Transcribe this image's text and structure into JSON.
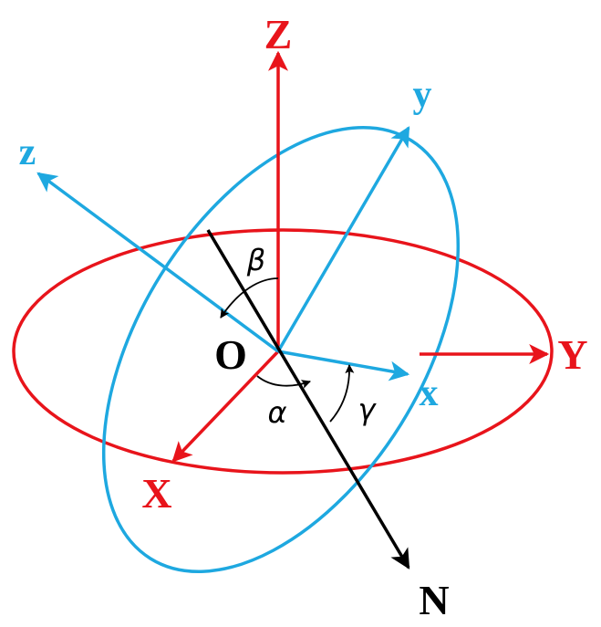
{
  "colors": {
    "fixed": "#e8141b",
    "rotated": "#1ea8e0",
    "node": "#000000",
    "background": "#ffffff"
  },
  "labels": {
    "fixed_z": "Z",
    "fixed_y": "Y",
    "fixed_x": "X",
    "body_z": "z",
    "body_y": "y",
    "body_x": "x",
    "origin": "O",
    "node_line": "N",
    "alpha": "α",
    "beta": "β",
    "gamma": "γ"
  }
}
